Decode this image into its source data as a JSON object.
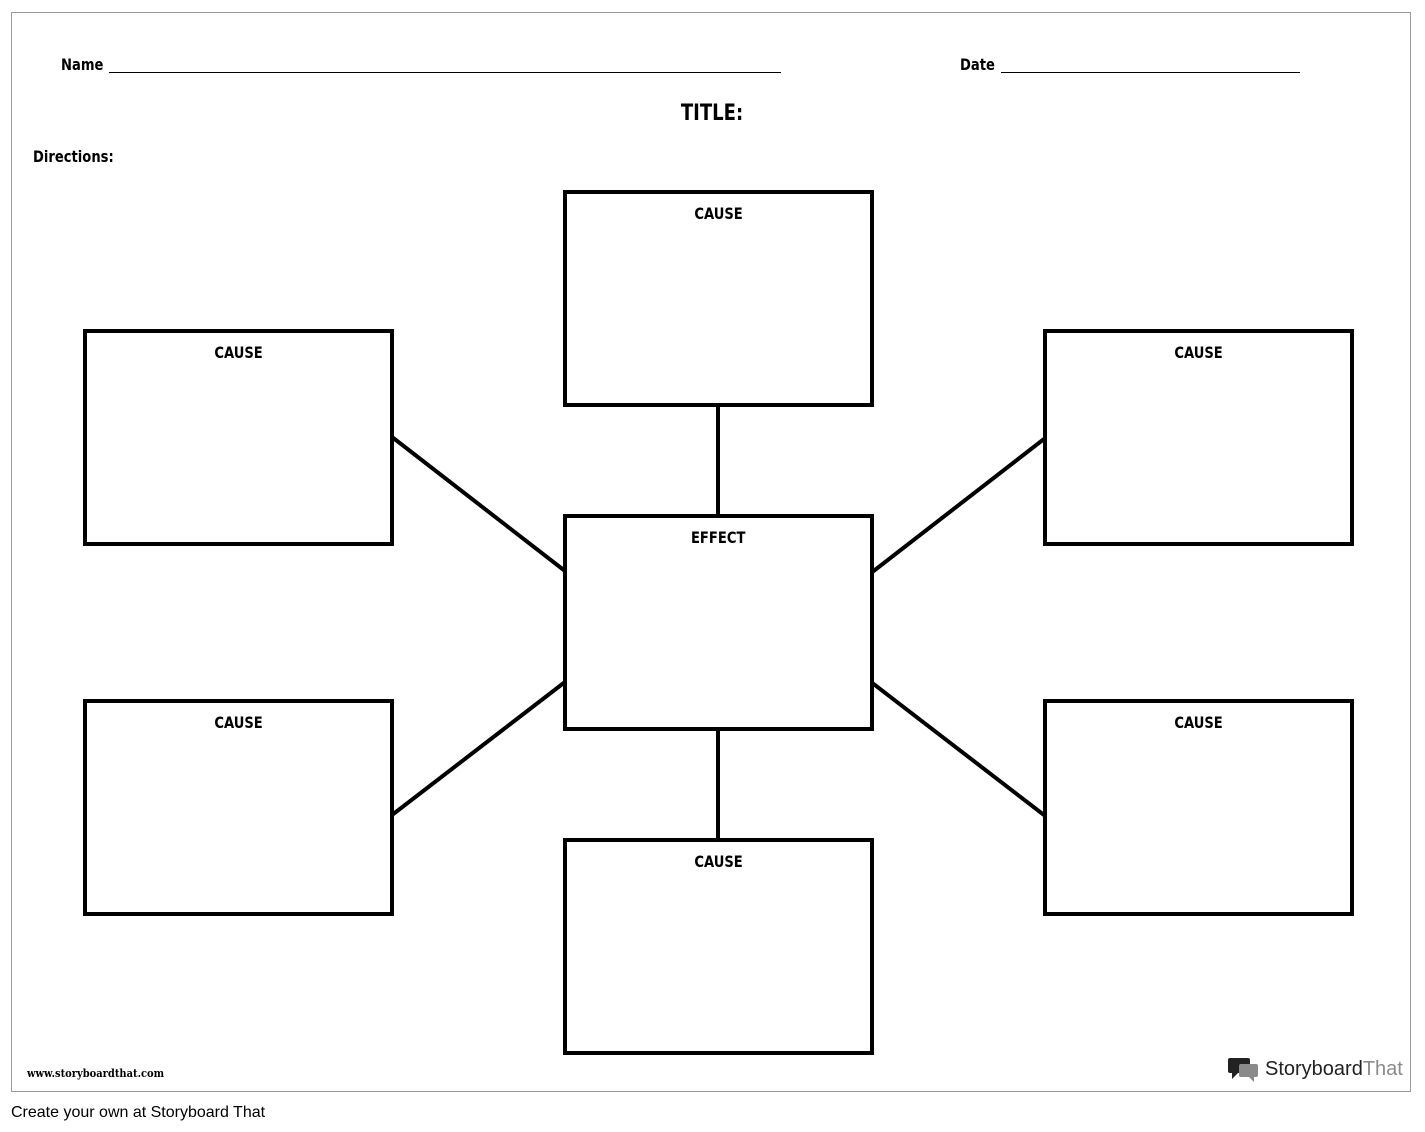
{
  "header": {
    "name_label": "Name",
    "date_label": "Date",
    "title_label": "TITLE:",
    "directions_label": "Directions:"
  },
  "diagram": {
    "effect": {
      "label": "EFFECT"
    },
    "causes": [
      {
        "label": "CAUSE"
      },
      {
        "label": "CAUSE"
      },
      {
        "label": "CAUSE"
      },
      {
        "label": "CAUSE"
      },
      {
        "label": "CAUSE"
      },
      {
        "label": "CAUSE"
      }
    ]
  },
  "footer": {
    "site_url": "www.storyboardthat.com",
    "brand_name_dark": "Storyboard",
    "brand_name_light": "That",
    "create_text": "Create your own at Storyboard That"
  },
  "colors": {
    "ink": "#000000",
    "frame_border": "#9a9a9a",
    "brand_dark": "#222222",
    "brand_light": "#8a8a8a"
  }
}
